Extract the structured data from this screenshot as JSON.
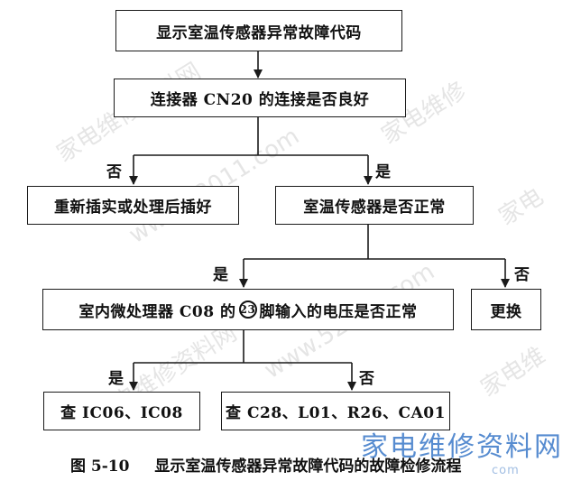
{
  "nodes": {
    "n1": "显示室温传感器异常故障代码",
    "n2": "连接器 CN20 的连接是否良好",
    "n3": "重新插实或处理后插好",
    "n4": "室温传感器是否正常",
    "n5_pre": "室内微处理器 C08 的",
    "n5_pin": "23",
    "n5_post": "脚输入的电压是否正常",
    "n6": "更换",
    "n7": "查 IC06、IC08",
    "n8": "查 C28、L01、R26、CA01"
  },
  "labels": {
    "no": "否",
    "yes": "是"
  },
  "caption": {
    "number": "图 5-10",
    "text": "显示室温传感器异常故障代码的故障检修流程"
  },
  "brand": {
    "name": "家电维修资料网",
    "url": "com"
  },
  "colors": {
    "line": "#1a1a1a",
    "brand": "#3a78c8",
    "watermark": "#c8c8c8"
  }
}
